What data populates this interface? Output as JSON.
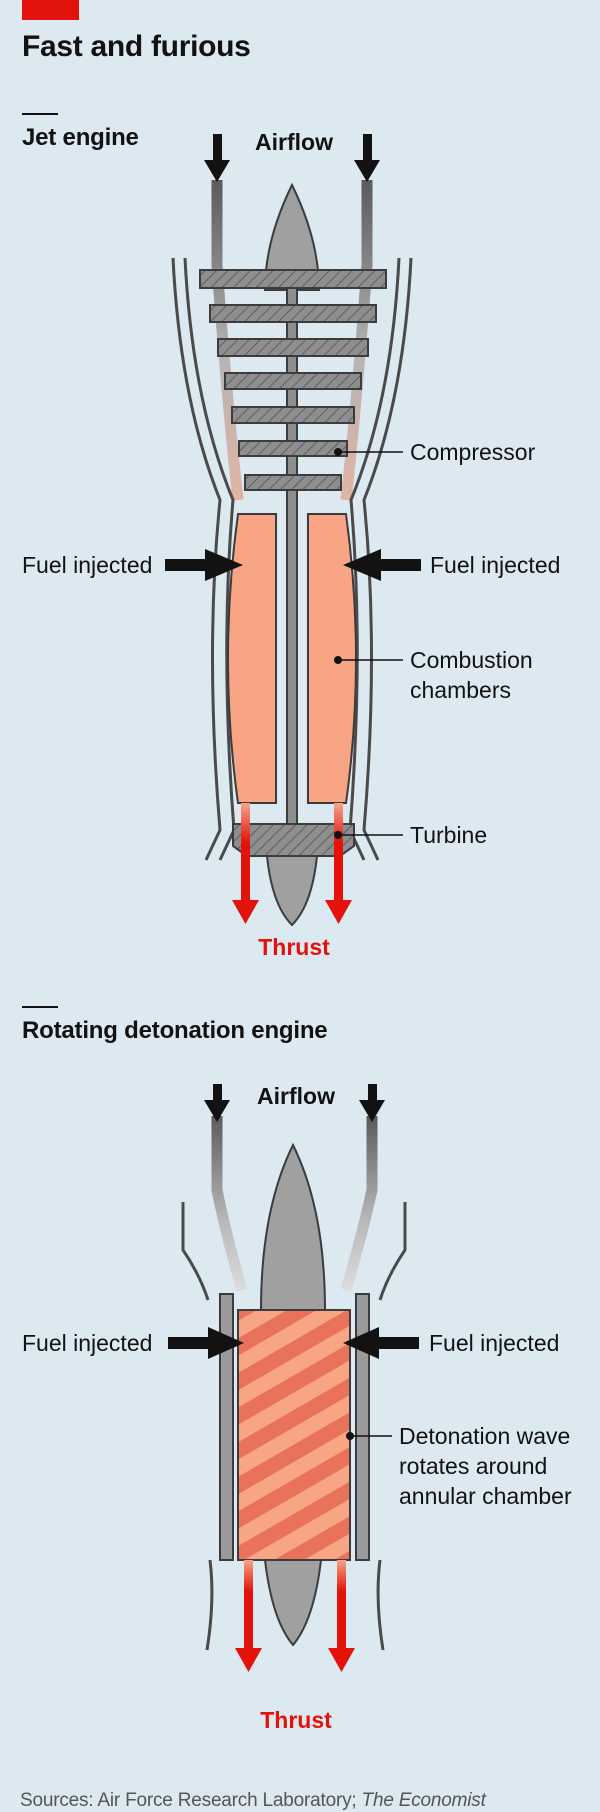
{
  "title": "Fast and furious",
  "jet": {
    "heading": "Jet engine",
    "airflow": "Airflow",
    "compressor": "Compressor",
    "fuel_left": "Fuel injected",
    "fuel_right": "Fuel injected",
    "combustion_line1": "Combustion",
    "combustion_line2": "chambers",
    "turbine": "Turbine",
    "thrust": "Thrust"
  },
  "rde": {
    "heading": "Rotating detonation engine",
    "airflow": "Airflow",
    "fuel_left": "Fuel injected",
    "fuel_right": "Fuel injected",
    "wave_line1": "Detonation wave",
    "wave_line2": "rotates around",
    "wave_line3": "annular chamber",
    "thrust": "Thrust"
  },
  "source": {
    "prefix": "Sources: Air Force Research Laboratory; ",
    "italic": "The Economist"
  },
  "colors": {
    "brand_red": "#e3120b",
    "background": "#dce9f1",
    "combustion": "#f7a584",
    "combustion_dark": "#e9735a",
    "metal": "#8e8e8e"
  }
}
